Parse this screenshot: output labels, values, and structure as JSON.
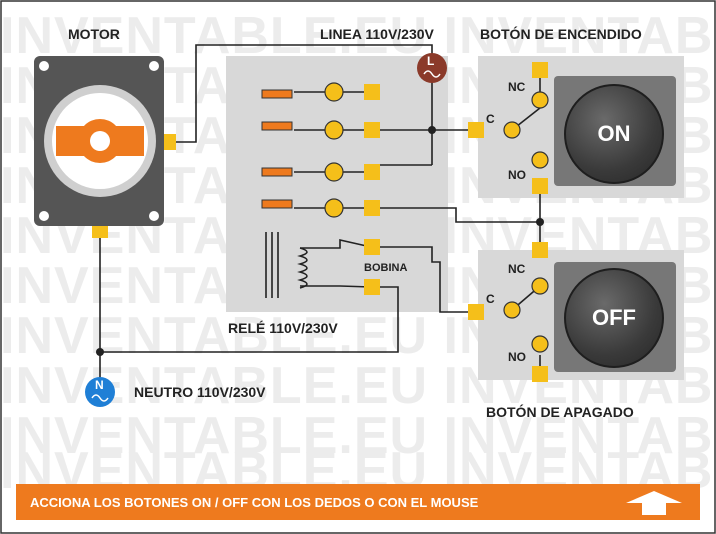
{
  "watermark": "INVENTABLE.EU  INVENTABLE.EU",
  "labels": {
    "motor": "MOTOR",
    "linea": "LINEA 110V/230V",
    "boton_encendido": "BOTÓN DE ENCENDIDO",
    "rele": "RELÉ 110V/230V",
    "bobina": "BOBINA",
    "neutro": "NEUTRO 110V/230V",
    "boton_apagado": "BOTÓN DE APAGADO",
    "nc_on": "NC",
    "no_on": "NO",
    "c_on": "C",
    "nc_off": "NC",
    "no_off": "NO",
    "c_off": "C",
    "line_symbol": "L",
    "neutral_symbol": "N"
  },
  "buttons": {
    "on": "ON",
    "off": "OFF"
  },
  "footer": {
    "instruction": "ACCIONA LOS BOTONES ON / OFF CON LOS DEDOS O CON EL MOUSE"
  },
  "colors": {
    "terminal": "#f5bf1a",
    "coil_contact": "#f5bf1a",
    "accent_orange": "#ee7a1e",
    "motor_body": "#555555",
    "line_symbol_bg": "#8b3a2a",
    "neutral_symbol_bg": "#1f7fd6",
    "relay_body": "#d8d8d8"
  }
}
